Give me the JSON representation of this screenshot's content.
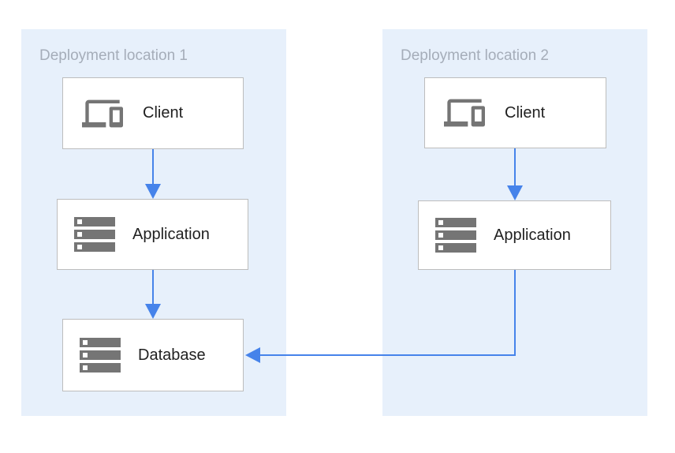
{
  "colors": {
    "zone_background": "#E7F0FB",
    "node_background": "#FFFFFF",
    "node_border": "#BDBDBD",
    "icon_gray": "#757575",
    "arrow_blue": "#4683EA",
    "zone_title_text": "#A5ADB9",
    "node_label_text": "#212121"
  },
  "diagram": {
    "zones": [
      {
        "title": "Deployment location 1",
        "nodes": [
          {
            "id": "zone1-client",
            "label": "Client",
            "icon": "devices-icon"
          },
          {
            "id": "zone1-application",
            "label": "Application",
            "icon": "server-stack-icon"
          },
          {
            "id": "zone1-database",
            "label": "Database",
            "icon": "server-stack-icon"
          }
        ]
      },
      {
        "title": "Deployment location 2",
        "nodes": [
          {
            "id": "zone2-client",
            "label": "Client",
            "icon": "devices-icon"
          },
          {
            "id": "zone2-application",
            "label": "Application",
            "icon": "server-stack-icon"
          }
        ]
      }
    ],
    "connections": [
      {
        "from": "zone1-client",
        "to": "zone1-application"
      },
      {
        "from": "zone1-application",
        "to": "zone1-database"
      },
      {
        "from": "zone2-client",
        "to": "zone2-application"
      },
      {
        "from": "zone2-application",
        "to": "zone1-database"
      }
    ]
  }
}
